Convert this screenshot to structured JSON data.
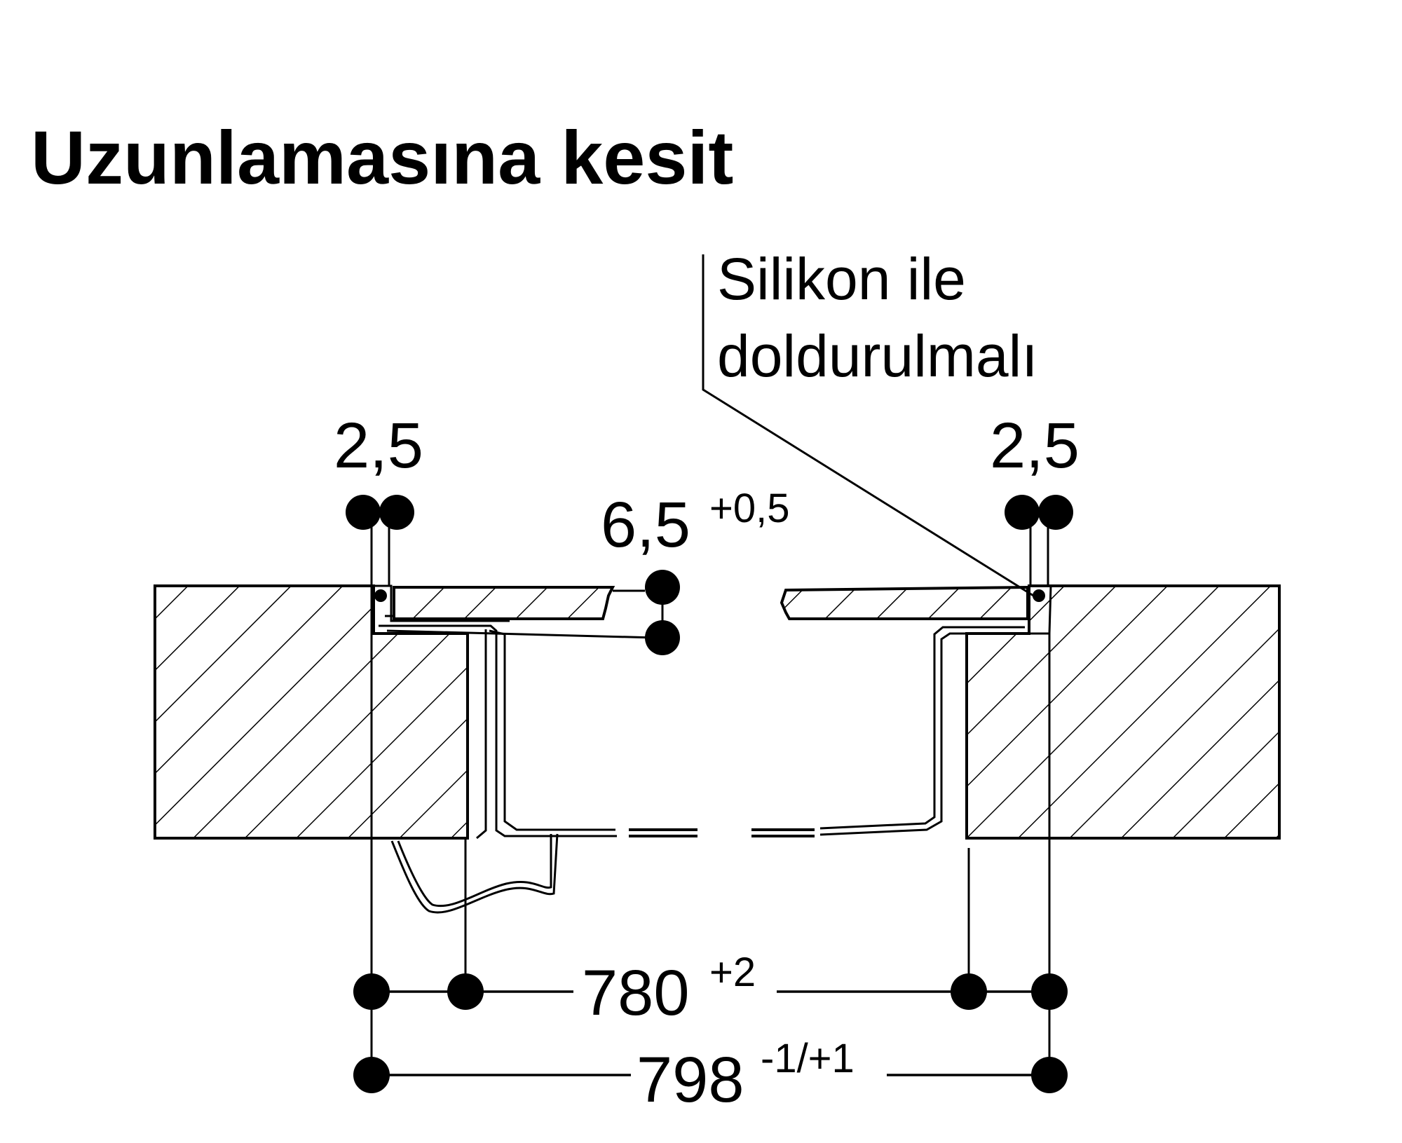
{
  "title": "Uzunlamasına kesit",
  "note": {
    "line1": "Silikon ile",
    "line2": "doldurulmalı"
  },
  "dimensions": {
    "gap_left": "2,5",
    "gap_right": "2,5",
    "step": {
      "value": "6,5",
      "tolerance": "+0,5"
    },
    "inner": {
      "value": "780",
      "tolerance": "+2"
    },
    "outer": {
      "value": "798",
      "tolerance": "-1/+1"
    }
  },
  "colors": {
    "ink": "#000000",
    "background": "#ffffff"
  }
}
